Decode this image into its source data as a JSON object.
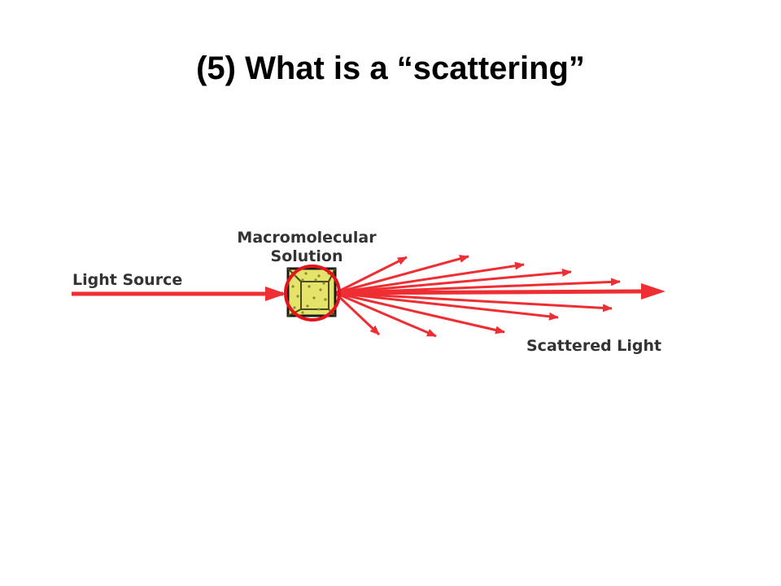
{
  "slide": {
    "title": "(5) What is a “scattering”"
  },
  "diagram": {
    "labels": {
      "light_source": "Light Source",
      "solution_line1": "Macromolecular",
      "solution_line2": "Solution",
      "scattered_light": "Scattered Light"
    },
    "colors": {
      "beam": "#ee2e32",
      "cuvette_fill": "#e6e36a",
      "cuvette_border": "#1a1a1a",
      "particle": "#8a8a3a",
      "highlight_circle": "#e3141b",
      "label_text": "#333333"
    }
  }
}
